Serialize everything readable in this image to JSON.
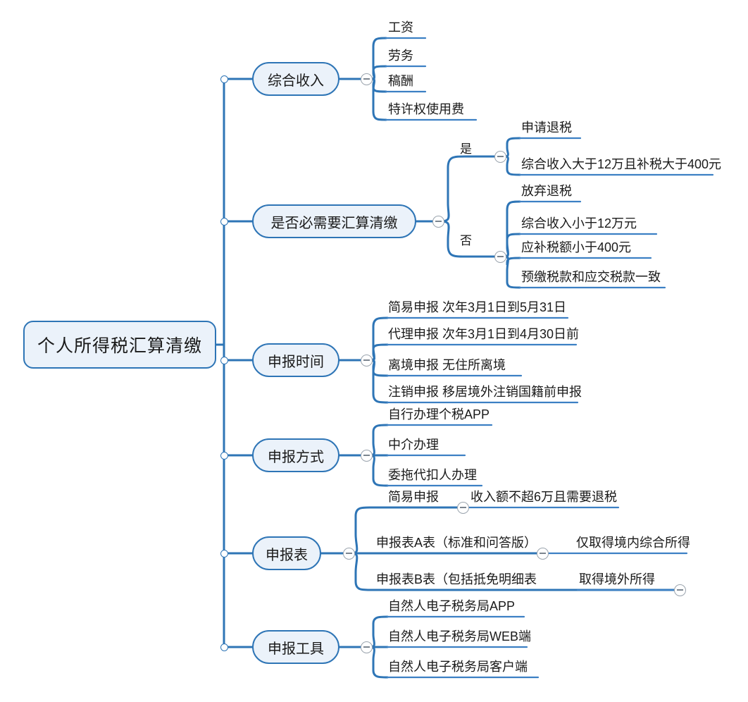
{
  "diagram": {
    "type": "mind-map",
    "title": "个人所得税汇算清缴",
    "colors": {
      "branch": "#2E75B6",
      "underline": "#2E75B6",
      "node_fill": "#EBF2FA",
      "node_border": "#2E75B6",
      "text": "#1a1a1a",
      "toggle_border": "#9aa3ad"
    },
    "toggle_icon": "collapse-minus-icon",
    "hub_icon": "branch-hub-icon"
  },
  "root": {
    "label": "个人所得税汇算清缴"
  },
  "branches": [
    {
      "label": "综合收入",
      "children": [
        {
          "label": "工资"
        },
        {
          "label": "劳务"
        },
        {
          "label": "稿酬"
        },
        {
          "label": "特许权使用费"
        }
      ]
    },
    {
      "label": "是否必需要汇算清缴",
      "children": [
        {
          "label": "是",
          "children": [
            {
              "label": "申请退税"
            },
            {
              "label": "综合收入大于12万且补税大于400元"
            }
          ]
        },
        {
          "label": "否",
          "children": [
            {
              "label": "放弃退税"
            },
            {
              "label": "综合收入小于12万元"
            },
            {
              "label": "应补税额小于400元"
            },
            {
              "label": "预缴税款和应交税款一致"
            }
          ]
        }
      ]
    },
    {
      "label": "申报时间",
      "children": [
        {
          "label": "简易申报 次年3月1日到5月31日"
        },
        {
          "label": "代理申报 次年3月1日到4月30日前"
        },
        {
          "label": "离境申报  无住所离境"
        },
        {
          "label": "注销申报 移居境外注销国籍前申报"
        }
      ]
    },
    {
      "label": "申报方式",
      "children": [
        {
          "label": "自行办理个税APP"
        },
        {
          "label": "中介办理"
        },
        {
          "label": "委拖代扣人办理"
        }
      ]
    },
    {
      "label": "申报表",
      "children": [
        {
          "label": "简易申报",
          "children": [
            {
              "label": "收入额不超6万且需要退税"
            }
          ]
        },
        {
          "label": "申报表A表（标准和问答版）",
          "children": [
            {
              "label": "仅取得境内综合所得"
            }
          ]
        },
        {
          "label": "申报表B表（包括抵免明细表",
          "children": [
            {
              "label": "取得境外所得"
            }
          ]
        }
      ]
    },
    {
      "label": "申报工具",
      "children": [
        {
          "label": "自然人电子税务局APP"
        },
        {
          "label": "自然人电子税务局WEB端"
        },
        {
          "label": "自然人电子税务局客户端"
        }
      ]
    }
  ]
}
